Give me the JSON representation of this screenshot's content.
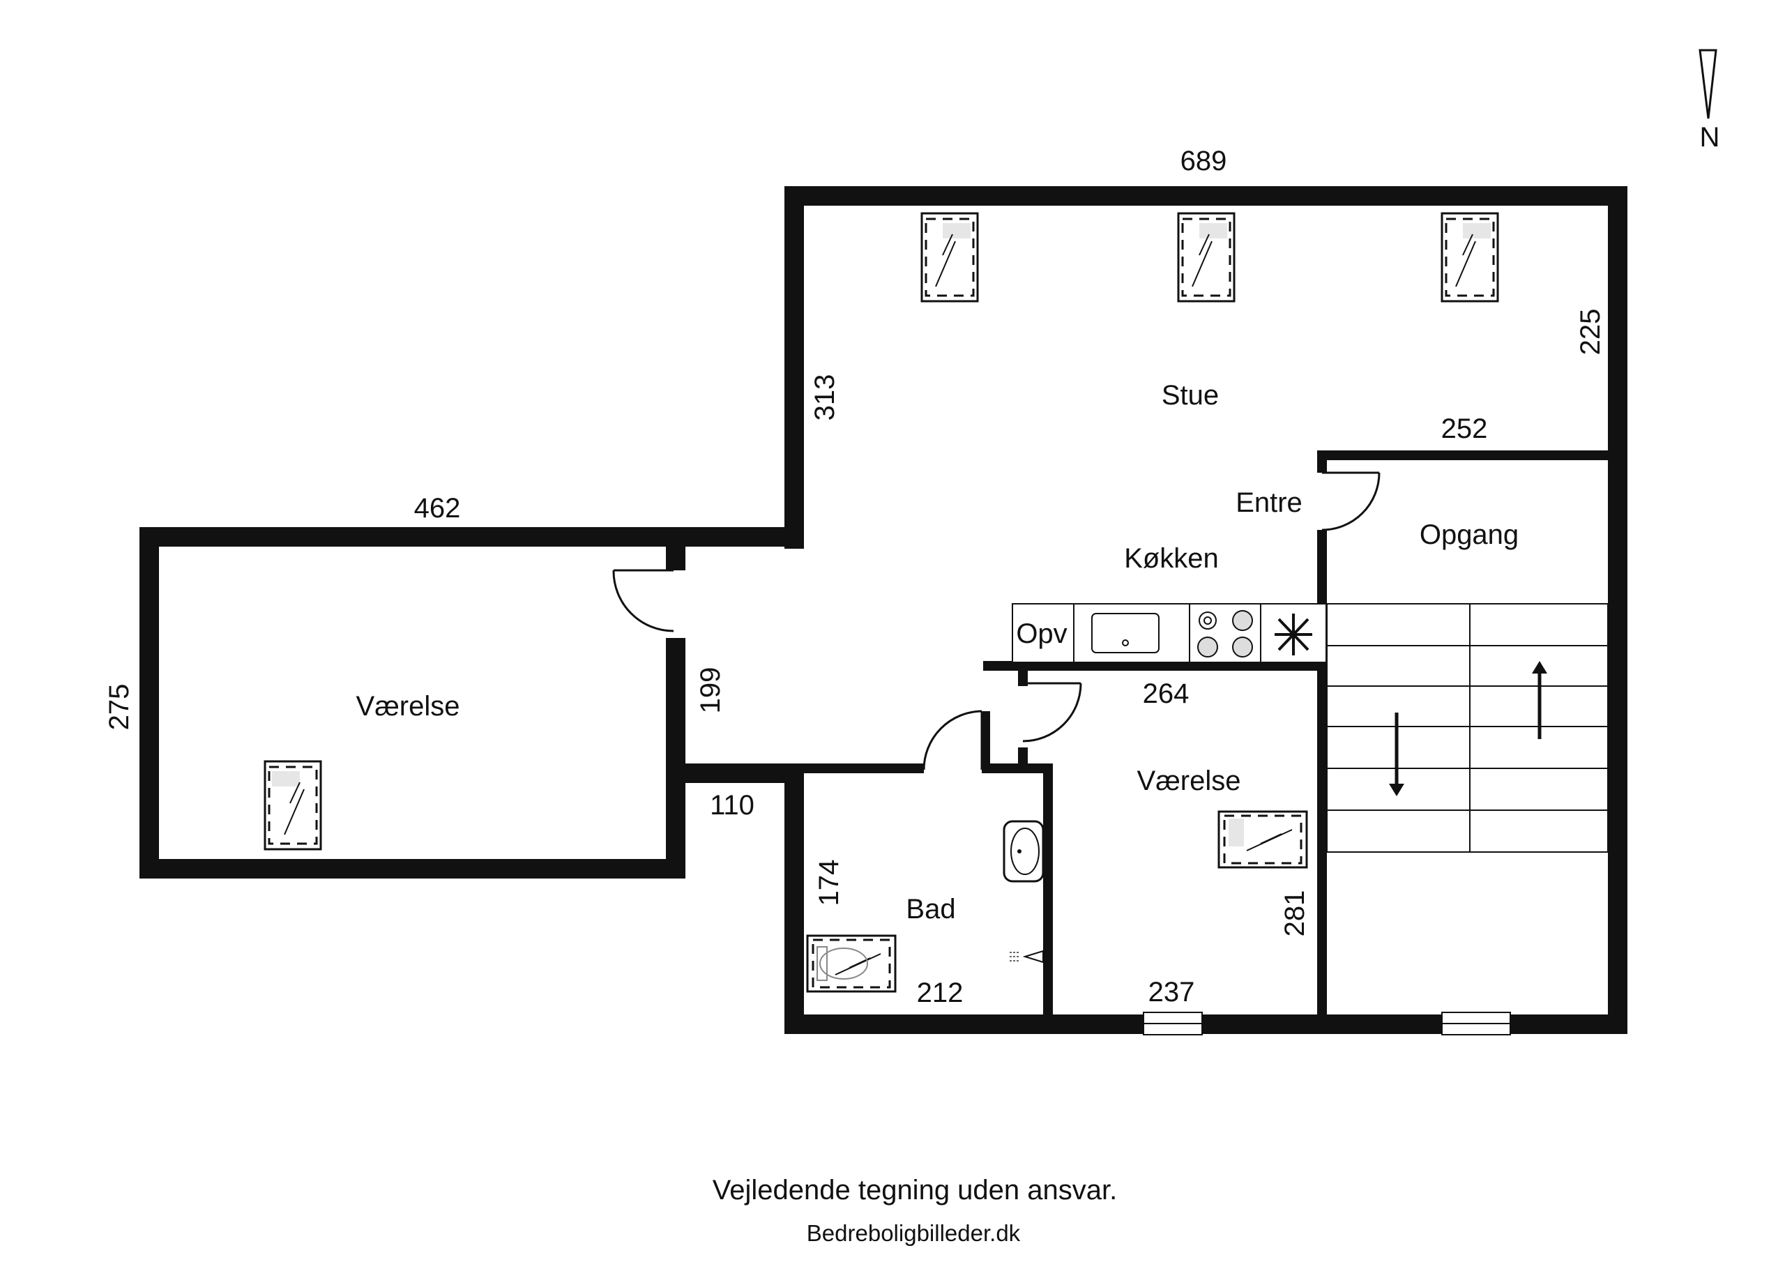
{
  "compass": {
    "label": "N"
  },
  "rooms": {
    "stue": "Stue",
    "entre": "Entre",
    "koekken": "Køkken",
    "opgang": "Opgang",
    "vaerelse_left": "Værelse",
    "vaerelse_right": "Værelse",
    "bad": "Bad",
    "opv": "Opv"
  },
  "dimensions": {
    "top_width": "689",
    "left_top_width": "462",
    "left_height": "275",
    "stue_left_height": "313",
    "stue_right_height": "225",
    "entre_width": "252",
    "hall_height": "199",
    "hall_step": "110",
    "kitchen_width": "264",
    "bad_height": "174",
    "bad_width": "212",
    "vaerelse_width": "237",
    "vaerelse_height": "281"
  },
  "footer": {
    "disclaimer": "Vejledende tegning uden ansvar.",
    "source": "Bedreboligbilleder.dk"
  }
}
